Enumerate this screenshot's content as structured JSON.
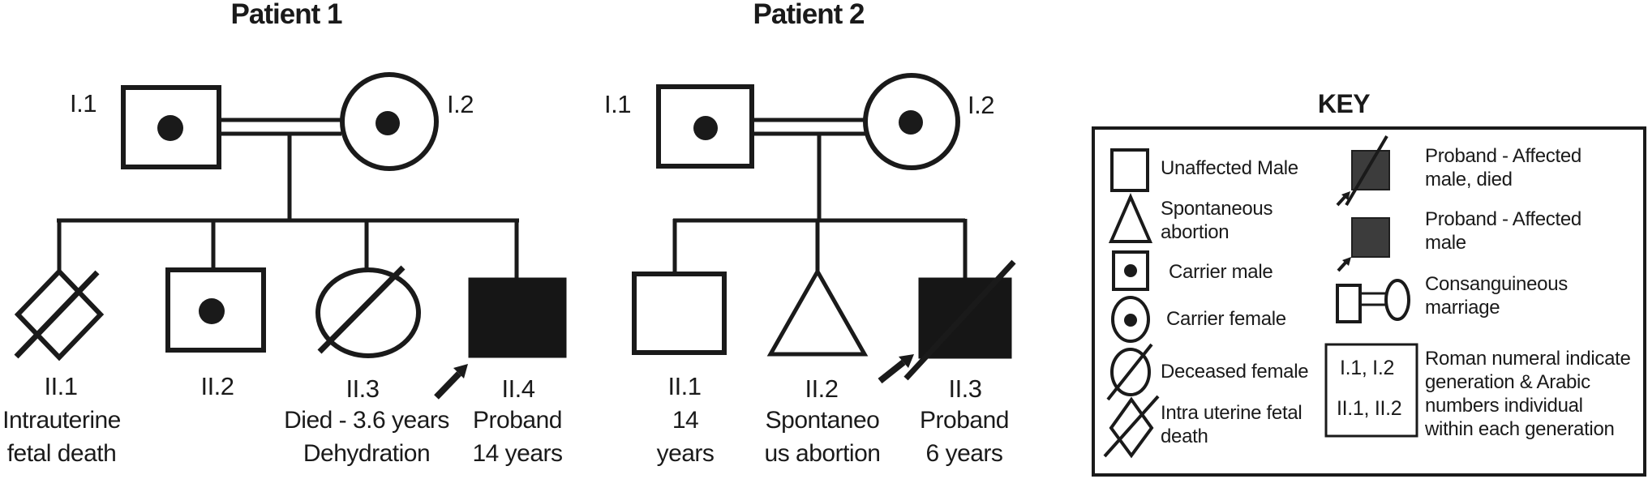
{
  "patient1": {
    "title": "Patient 1",
    "i1": "I.1",
    "i2": "I.2",
    "ii1": "II.1",
    "ii1_note": "Intrauterine\nfetal death",
    "ii2": "II.2",
    "ii3": "II.3",
    "ii3_note": "Died - 3.6 years\nDehydration",
    "ii4": "II.4",
    "ii4_note": "Proband\n14 years"
  },
  "patient2": {
    "title": "Patient 2",
    "i1": "I.1",
    "i2": "I.2",
    "ii1": "II.1",
    "ii1_note": "14\nyears",
    "ii2": "II.2",
    "ii2_note": "Spontaneo\nus abortion",
    "ii3": "II.3",
    "ii3_note": "Proband\n6 years"
  },
  "key": {
    "title": "KEY",
    "items_left": [
      {
        "symbol": "unaffected-male",
        "label": "Unaffected Male"
      },
      {
        "symbol": "spontaneous-abortion",
        "label": "Spontaneous\nabortion"
      },
      {
        "symbol": "carrier-male",
        "label": "Carrier male"
      },
      {
        "symbol": "carrier-female",
        "label": "Carrier female"
      },
      {
        "symbol": "deceased-female",
        "label": "Deceased female"
      },
      {
        "symbol": "intra-uterine-fetal-death",
        "label": "Intra uterine fetal\ndeath"
      }
    ],
    "items_right": [
      {
        "symbol": "proband-affected-male-died",
        "label": "Proband - Affected\nmale, died"
      },
      {
        "symbol": "proband-affected-male",
        "label": "Proband - Affected\nmale"
      },
      {
        "symbol": "consanguineous-marriage",
        "label": "Consanguineous\nmarriage"
      },
      {
        "symbol": "generation-notation",
        "label": "Roman numeral indicate\ngeneration & Arabic\nnumbers individual\nwithin each generation",
        "example_row1": "I.1, I.2",
        "example_row2": "II.1, II.2"
      }
    ]
  },
  "colors": {
    "line": "#1a1a1a",
    "proband_fill": "#161616",
    "key_symbol_fill": "#3c3c3c",
    "background": "#ffffff"
  }
}
